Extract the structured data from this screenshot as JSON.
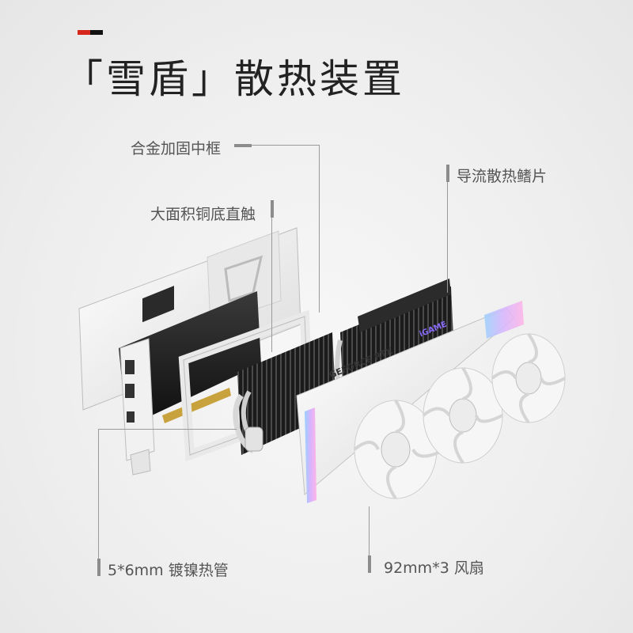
{
  "title": "「雪盾」散热装置",
  "accent_colors": {
    "red": "#d6261c",
    "black": "#111111"
  },
  "callouts": {
    "frame": "合金加固中框",
    "copper": "大面积铜底直触",
    "fins": "导流散热鳍片",
    "heatpipes": "5*6mm 镀镍热管",
    "fans": "92mm*3 风扇"
  },
  "product": {
    "shroud_text": "GEFORCE RTX",
    "brand_text": "iGAME"
  }
}
